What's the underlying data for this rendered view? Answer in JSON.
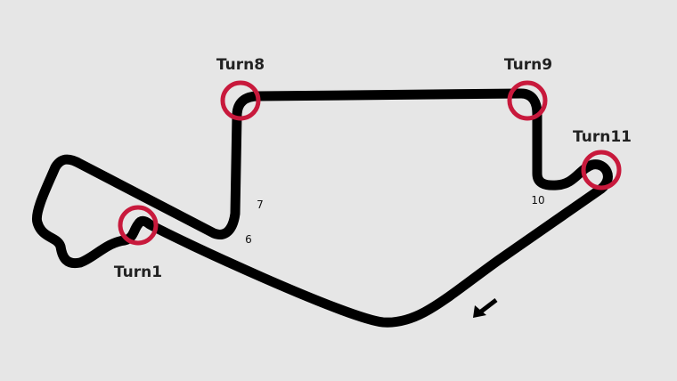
{
  "turns": [
    {
      "label": "Turn1"
    },
    {
      "label": "Turn8"
    },
    {
      "label": "Turn9"
    },
    {
      "label": "Turn11"
    }
  ],
  "corner_numbers": [
    "7",
    "6",
    "10"
  ],
  "colors": {
    "background": "#e6e6e6",
    "track": "#000000",
    "highlight": "#c8193c"
  },
  "direction_icon": "arrow-down-left-icon"
}
